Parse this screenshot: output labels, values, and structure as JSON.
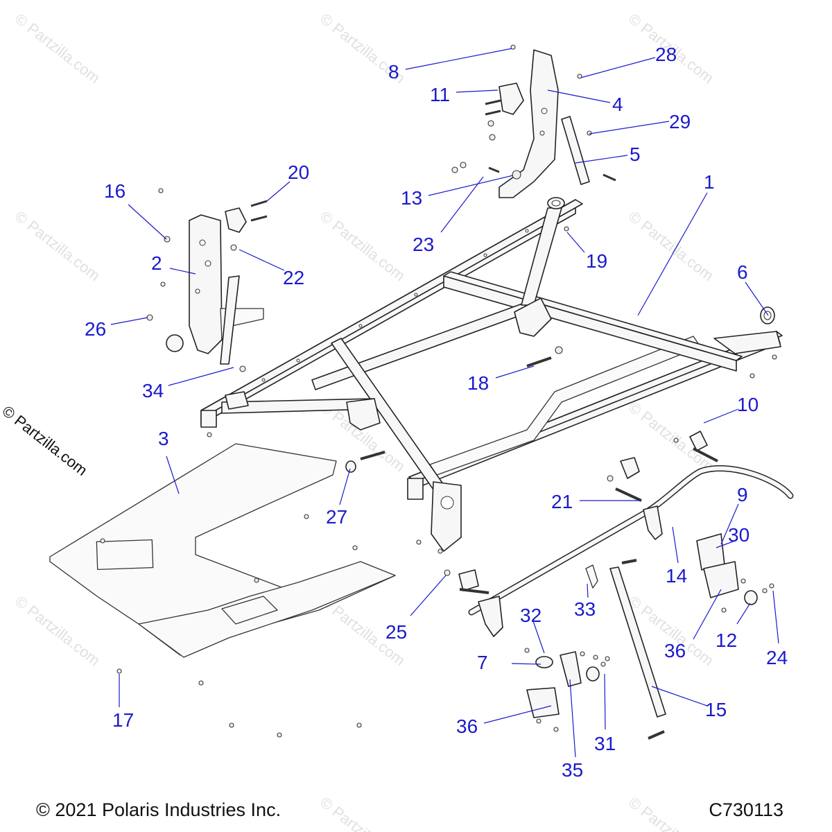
{
  "callouts": [
    {
      "label": "1"
    },
    {
      "label": "2"
    },
    {
      "label": "3"
    },
    {
      "label": "4"
    },
    {
      "label": "5"
    },
    {
      "label": "6"
    },
    {
      "label": "7"
    },
    {
      "label": "8"
    },
    {
      "label": "9"
    },
    {
      "label": "10"
    },
    {
      "label": "11"
    },
    {
      "label": "12"
    },
    {
      "label": "13"
    },
    {
      "label": "14"
    },
    {
      "label": "15"
    },
    {
      "label": "16"
    },
    {
      "label": "17"
    },
    {
      "label": "18"
    },
    {
      "label": "19"
    },
    {
      "label": "20"
    },
    {
      "label": "21"
    },
    {
      "label": "22"
    },
    {
      "label": "23"
    },
    {
      "label": "24"
    },
    {
      "label": "25"
    },
    {
      "label": "26"
    },
    {
      "label": "27"
    },
    {
      "label": "28"
    },
    {
      "label": "29"
    },
    {
      "label": "30"
    },
    {
      "label": "31"
    },
    {
      "label": "32"
    },
    {
      "label": "33"
    },
    {
      "label": "34"
    },
    {
      "label": "35"
    },
    {
      "label": "36"
    },
    {
      "label": "36"
    }
  ],
  "watermark": {
    "text": "© Partzilla.com",
    "side_text": "© Partzilla.com"
  },
  "footer": {
    "copyright": "© 2021 Polaris Industries Inc.",
    "diagram_code": "C730113"
  },
  "colors": {
    "callout": "#1a1acc",
    "line": "#222222",
    "watermark": "#c8c8c8"
  }
}
